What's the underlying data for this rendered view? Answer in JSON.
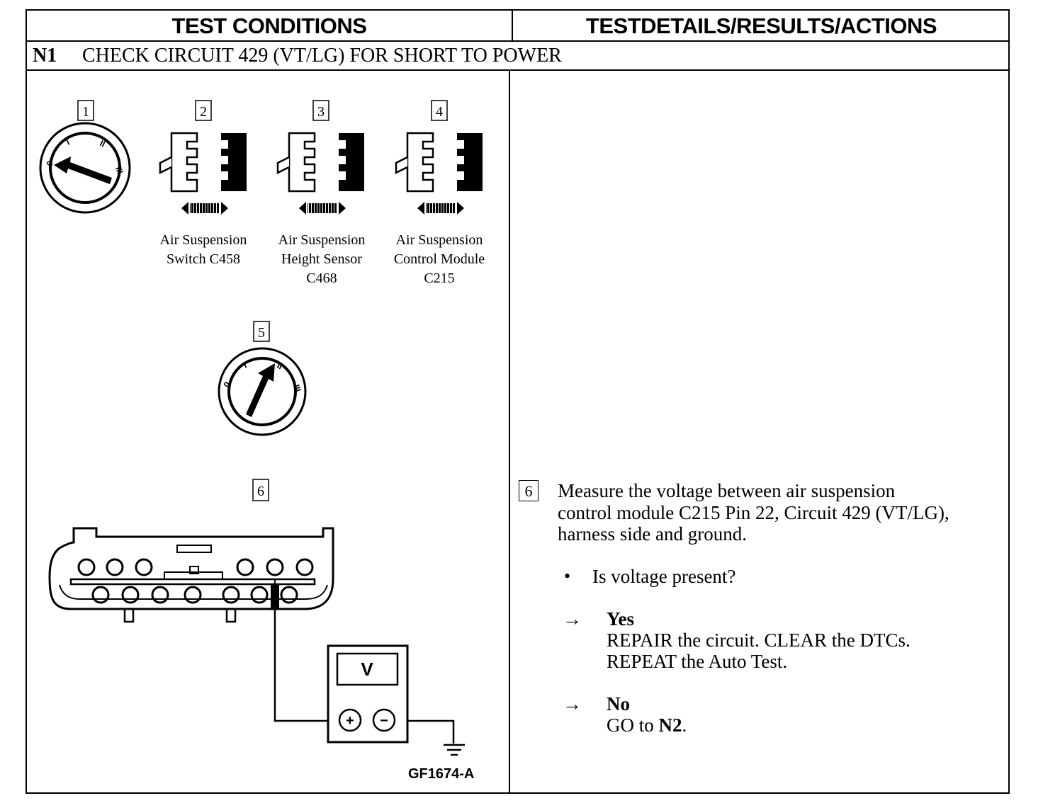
{
  "header": {
    "left": "TEST CONDITIONS",
    "right": "TESTDETAILS/RESULTS/ACTIONS"
  },
  "step": {
    "id": "N1",
    "title": "CHECK CIRCUIT 429 (VT/LG) FOR SHORT TO POWER"
  },
  "diagram": {
    "steps": [
      "1",
      "2",
      "3",
      "4",
      "5",
      "6"
    ],
    "connectors": [
      {
        "line1": "Air Suspension",
        "line2": "Switch C458",
        "line3": ""
      },
      {
        "line1": "Air Suspension",
        "line2": "Height Sensor",
        "line3": "C468"
      },
      {
        "line1": "Air Suspension",
        "line2": "Control Module",
        "line3": "C215"
      }
    ],
    "meter_label": "V",
    "plus": "+",
    "minus": "−",
    "figure_id": "GF1674-A"
  },
  "details": {
    "step_num": "6",
    "instruction_line1": "Measure the voltage between air suspension",
    "instruction_line2": "control module C215 Pin 22, Circuit 429 (VT/LG),",
    "instruction_line3": "harness side and ground.",
    "bullet": "•",
    "question": "Is voltage present?",
    "arrow": "→",
    "yes_label": "Yes",
    "yes_line1": "REPAIR the circuit. CLEAR the DTCs.",
    "yes_line2": "REPEAT the Auto Test.",
    "no_label": "No",
    "no_prefix": "GO to ",
    "no_target": "N2",
    "no_suffix": "."
  }
}
